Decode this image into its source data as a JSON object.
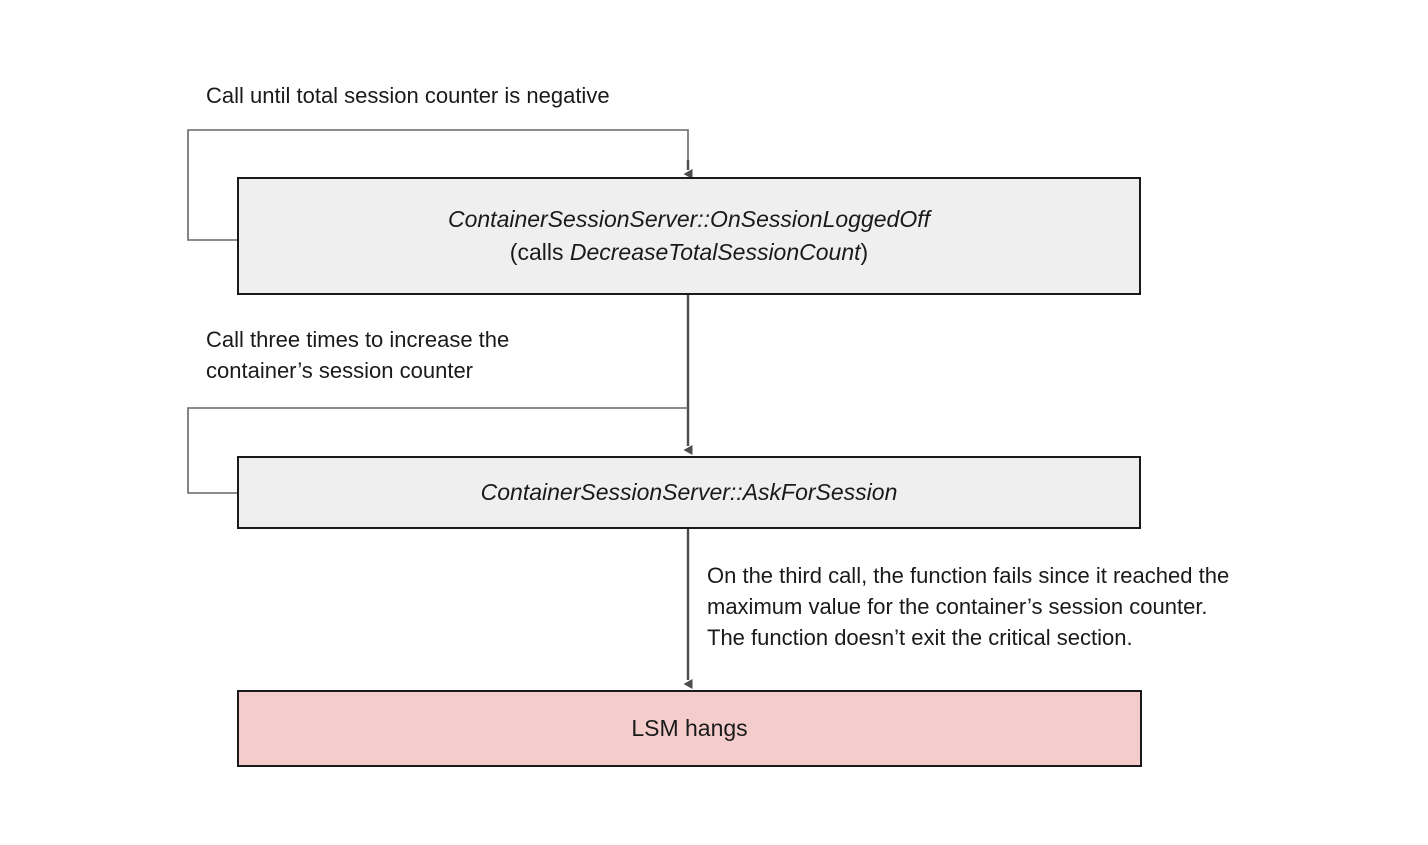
{
  "diagram": {
    "title_text_present": false,
    "background_color": "#ffffff",
    "colors": {
      "process_fill": "#efefef",
      "terminal_fill": "#f4cccc",
      "node_border": "#1a1a1a",
      "edge_stroke": "#4d4d4d",
      "loop_stroke": "#666666",
      "text": "#1a1a1a"
    },
    "nodes": [
      {
        "id": "on-session-logged-off",
        "kind": "process",
        "line1": "ContainerSessionServer::OnSessionLoggedOff",
        "line2_prefix": "(calls ",
        "line2_emphasis": "DecreaseTotalSessionCount",
        "line2_suffix": ")"
      },
      {
        "id": "ask-for-session",
        "kind": "process",
        "line1": "ContainerSessionServer::AskForSession"
      },
      {
        "id": "lsm-hangs",
        "kind": "terminal",
        "line1": "LSM hangs"
      }
    ],
    "annotations": {
      "loop_total_session": "Call until total session counter is negative",
      "loop_three_times": "Call three times to increase the\ncontainer’s session counter",
      "third_call_fails": "On the third call, the function fails since it reached the\nmaximum value for the container’s session counter.\nThe function doesn’t exit the critical section."
    },
    "edges": [
      {
        "id": "loopback-on-session-logged-off",
        "from": "on-session-logged-off",
        "to": "on-session-logged-off",
        "style": "loop-back",
        "arrowhead": true
      },
      {
        "id": "on-session-logged-off-to-ask-for-session",
        "from": "on-session-logged-off",
        "to": "ask-for-session",
        "style": "straight",
        "arrowhead": true
      },
      {
        "id": "loopback-ask-for-session",
        "from": "ask-for-session",
        "to": "ask-for-session",
        "style": "loop-back",
        "arrowhead": false
      },
      {
        "id": "ask-for-session-to-lsm-hangs",
        "from": "ask-for-session",
        "to": "lsm-hangs",
        "style": "straight",
        "arrowhead": true
      }
    ]
  }
}
